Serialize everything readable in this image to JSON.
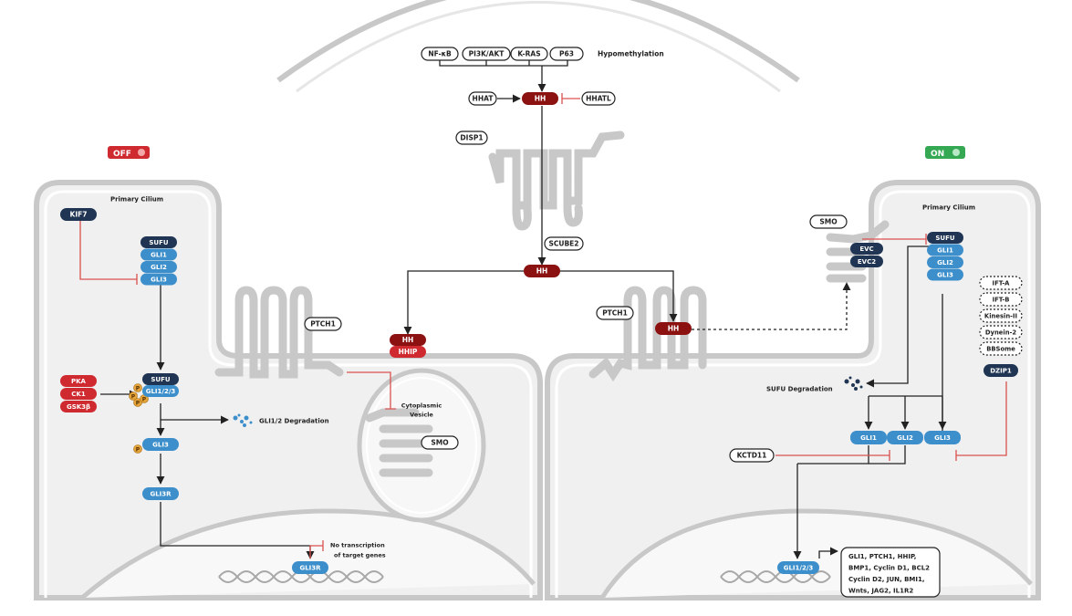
{
  "upstream": {
    "factors": [
      "NF-κB",
      "PI3K/AKT",
      "K-RAS",
      "P63"
    ],
    "hypomethylation": "Hypomethylation"
  },
  "secretion": {
    "hhat": "HHAT",
    "hh": "HH",
    "hhatl": "HHATL",
    "disp1": "DISP1",
    "scube2": "SCUBE2",
    "hh_released": "HH"
  },
  "off_state": {
    "badge": "OFF",
    "primary_cilium": "Primary Cilium",
    "kif7": "KIF7",
    "cilium_complex": [
      "SUFU",
      "GLI1",
      "GLI2",
      "GLI3"
    ],
    "ptch1": "PTCH1",
    "hh": "HH",
    "hhip": "HHIP",
    "vesicle_label_1": "Cytoplasmic",
    "vesicle_label_2": "Vesicle",
    "smo": "SMO",
    "kinases": [
      "PKA",
      "CK1",
      "GSK3β"
    ],
    "phospho": "P",
    "sufu": "SUFU",
    "gli123": "GLI1/2/3",
    "degradation": "GLI1/2 Degradation",
    "gli3": "GLI3",
    "gli3r": "GLI3R",
    "gli3r_dna": "GLI3R",
    "no_transcription_1": "No transcription",
    "no_transcription_2": "of target genes"
  },
  "on_state": {
    "badge": "ON",
    "primary_cilium": "Primary Cilium",
    "smo": "SMO",
    "evc": "EVC",
    "evc2": "EVC2",
    "cilium_complex": [
      "SUFU",
      "GLI1",
      "GLI2",
      "GLI3"
    ],
    "ptch1": "PTCH1",
    "hh": "HH",
    "ift_proteins": [
      "IFT-A",
      "IFT-B",
      "Kinesin-II",
      "Dynein-2",
      "BBSome"
    ],
    "dzip1": "DZIP1",
    "sufu_degradation": "SUFU Degradation",
    "glis": [
      "GLI1",
      "GLI2",
      "GLI3"
    ],
    "kctd11": "KCTD11",
    "gli123_dna": "GLI1/2/3",
    "targets": [
      "GLI1, PTCH1, HHIP,",
      "BMP1, Cyclin D1, BCL2",
      "Cyclin D2, JUN, BMI1,",
      "Wnts, JAG2, IL1R2"
    ]
  },
  "colors": {
    "navy": "#1f3553",
    "blue": "#3d8fcb",
    "red": "#cf2a2f",
    "dark_red": "#8c1212",
    "membrane": "#c8c8c8",
    "cell_fill": "#efefef",
    "phospho": "#e5a43a",
    "on_green": "#34a852",
    "inhibit": "#d9524f"
  }
}
